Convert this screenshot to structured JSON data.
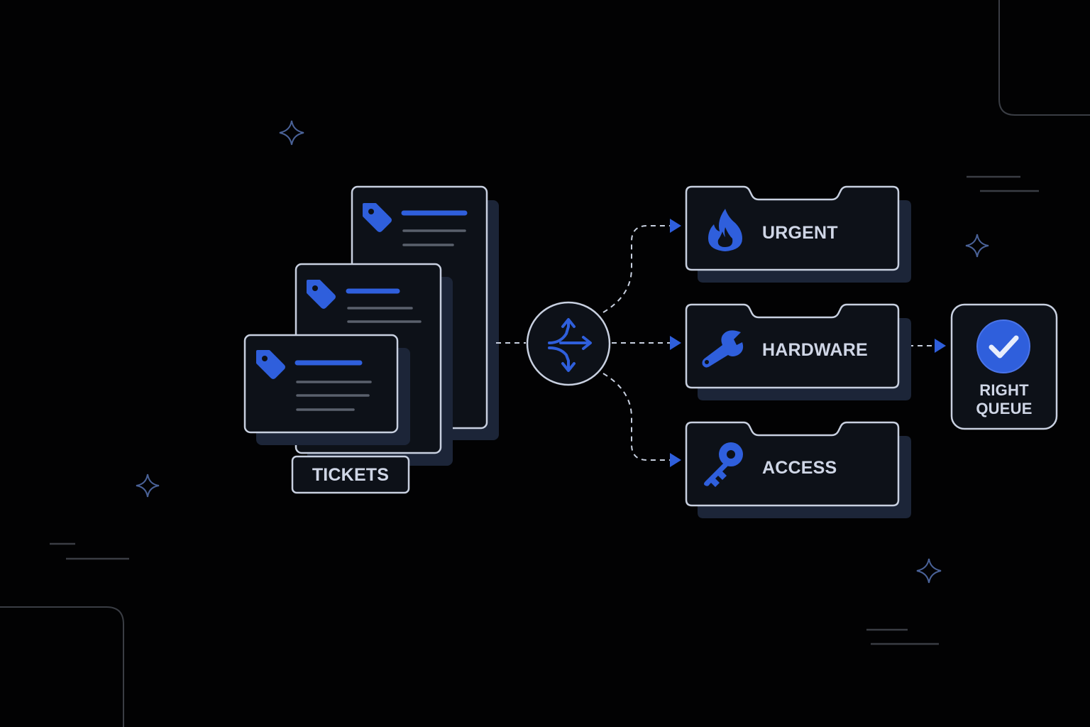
{
  "diagram": {
    "source": {
      "label": "TICKETS",
      "items": [
        {
          "tag_icon": "tag-icon"
        },
        {
          "tag_icon": "tag-icon"
        },
        {
          "tag_icon": "tag-icon"
        }
      ]
    },
    "router": {
      "icon": "split-arrows-icon"
    },
    "categories": [
      {
        "label": "URGENT",
        "icon": "flame-icon"
      },
      {
        "label": "HARDWARE",
        "icon": "wrench-icon"
      },
      {
        "label": "ACCESS",
        "icon": "key-icon"
      }
    ],
    "destination": {
      "label_line1": "RIGHT",
      "label_line2": "QUEUE",
      "icon": "check-circle-icon"
    },
    "colors": {
      "background": "#020203",
      "card_fill": "#0d1118",
      "card_stroke": "#c8d0e0",
      "card_shadow": "#1c2538",
      "accent": "#2f5fdc",
      "muted_line": "#5a606c",
      "text": "#cfd6e6"
    }
  }
}
